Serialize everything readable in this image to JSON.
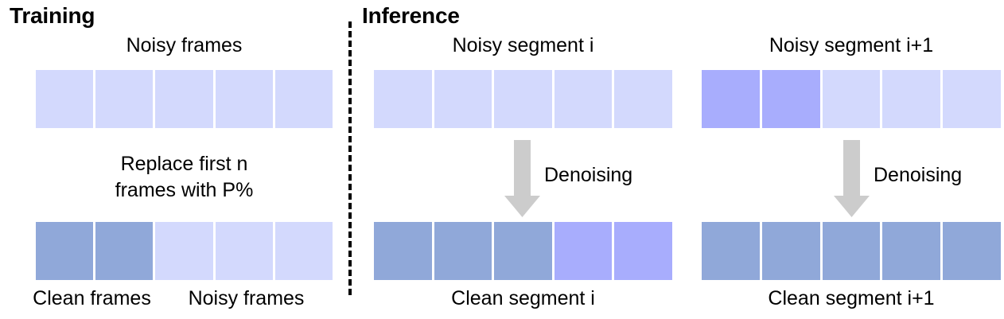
{
  "figure": {
    "background": "#ffffff",
    "colors": {
      "noisy_frame": "#d3d9fd",
      "clean_frame": "#90a8d9",
      "purple_frame": "#a8adfd",
      "arrow": "#cccccc",
      "divider": "#000000",
      "text": "#000000"
    }
  },
  "training": {
    "title": "Training",
    "top_caption": "Noisy frames",
    "middle_caption_line1": "Replace first n",
    "middle_caption_line2": "frames with P%",
    "bottom_label_left": "Clean frames",
    "bottom_label_right": "Noisy frames",
    "top_row": [
      "noisy",
      "noisy",
      "noisy",
      "noisy",
      "noisy"
    ],
    "bottom_row": [
      "clean",
      "clean",
      "noisy",
      "noisy",
      "noisy"
    ]
  },
  "inference_i": {
    "title": "Inference",
    "top_caption": "Noisy segment i",
    "arrow_label": "Denoising",
    "bottom_caption": "Clean segment i",
    "top_row": [
      "noisy",
      "noisy",
      "noisy",
      "noisy",
      "noisy"
    ],
    "bottom_row": [
      "clean",
      "clean",
      "clean",
      "purple",
      "purple"
    ]
  },
  "inference_i_plus_1": {
    "top_caption": "Noisy segment i+1",
    "arrow_label": "Denoising",
    "bottom_caption": "Clean segment i+1",
    "top_row": [
      "purple",
      "purple",
      "noisy",
      "noisy",
      "noisy"
    ],
    "bottom_row": [
      "clean",
      "clean",
      "clean",
      "clean",
      "clean"
    ]
  },
  "icons": {
    "down_arrow": "down-arrow-icon",
    "divider": "vertical-dashed-divider"
  }
}
